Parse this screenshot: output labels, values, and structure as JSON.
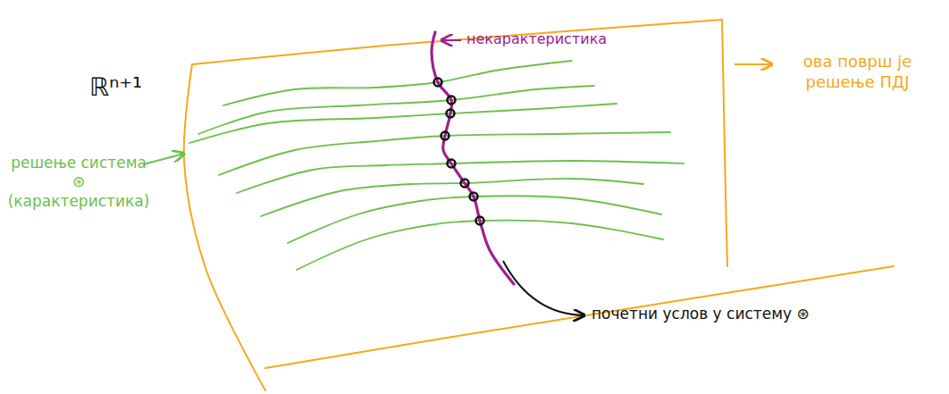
{
  "diagram": {
    "labels": [
      "ℝⁿ⁺¹",
      "некарактеристика",
      "ова површ је решење ПДЈ",
      "решење система ⊛ (карактеристика)",
      "почетни услов у систему ⊛"
    ]
  }
}
